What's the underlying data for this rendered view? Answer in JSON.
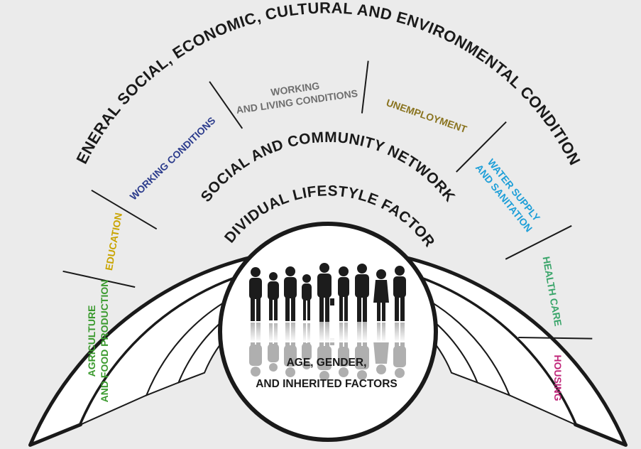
{
  "layers": {
    "outer_title": "GENERAL SOCIAL, ECONOMIC, CULTURAL AND ENVIRONMENTAL CONDITIONS",
    "social_network": "SOCIAL AND COMMUNITY NETWORK",
    "individual": "INDIVIDUAL LIFESTYLE FACTORS",
    "core_line1": "AGE, GENDER,",
    "core_line2": "AND INHERITED FACTORS"
  },
  "segments": [
    {
      "id": "agriculture",
      "lines": [
        "AGRICULTURE",
        "AND FOOD PRODUCTION"
      ],
      "color": "#3a9a2e"
    },
    {
      "id": "education",
      "lines": [
        "EDUCATION"
      ],
      "color": "#c9a400"
    },
    {
      "id": "working-conditions",
      "lines": [
        "WORKING CONDITIONS"
      ],
      "color": "#2b3b8c"
    },
    {
      "id": "working-living",
      "lines": [
        "WORKING",
        "AND LIVING CONDITIONS"
      ],
      "color": "#6e6e6e"
    },
    {
      "id": "unemployment",
      "lines": [
        "UNEMPLOYMENT"
      ],
      "color": "#8a7420"
    },
    {
      "id": "water",
      "lines": [
        "WATER SUPPLY",
        "AND SANITATION"
      ],
      "color": "#1e9fd8"
    },
    {
      "id": "health-care",
      "lines": [
        "HEALTH CARE"
      ],
      "color": "#3aa56a"
    },
    {
      "id": "housing",
      "lines": [
        "HOUSING"
      ],
      "color": "#c0267a"
    }
  ],
  "colors": {
    "background": "#ebebeb",
    "outline": "#1a1a1a",
    "fill": "#ffffff",
    "people": "#1c1c1c"
  }
}
